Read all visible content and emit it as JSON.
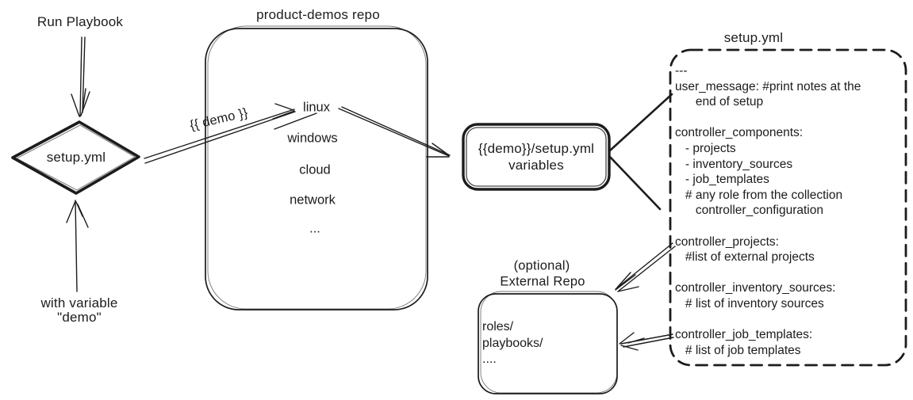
{
  "colors": {
    "ink": "#1c1c1c",
    "background": "#ffffff"
  },
  "left_flow": {
    "run_playbook_label": "Run Playbook",
    "diamond_label": "setup.yml",
    "with_variable_line1": "with variable",
    "with_variable_line2": "\"demo\""
  },
  "demo_arrow_label": "{{ demo }}",
  "repo": {
    "title": "product-demos repo",
    "items": [
      "linux",
      "windows",
      "cloud",
      "network",
      "..."
    ]
  },
  "variables_box": {
    "line1": "{{demo}}/setup.yml",
    "line2": "variables"
  },
  "setup_box": {
    "title": "setup.yml",
    "lines": [
      "---",
      "user_message: #print notes at the",
      "      end of setup",
      "",
      "controller_components:",
      "   - projects",
      "   - inventory_sources",
      "   - job_templates",
      "   # any role from the collection",
      "      controller_configuration",
      "",
      "controller_projects:",
      "   #list of external projects",
      "",
      "controller_inventory_sources:",
      "   # list of inventory sources",
      "",
      "controller_job_templates:",
      "   # list of job templates"
    ]
  },
  "external_repo": {
    "title_line1": "(optional)",
    "title_line2": "External Repo",
    "lines": [
      "roles/",
      "playbooks/",
      "...."
    ]
  }
}
